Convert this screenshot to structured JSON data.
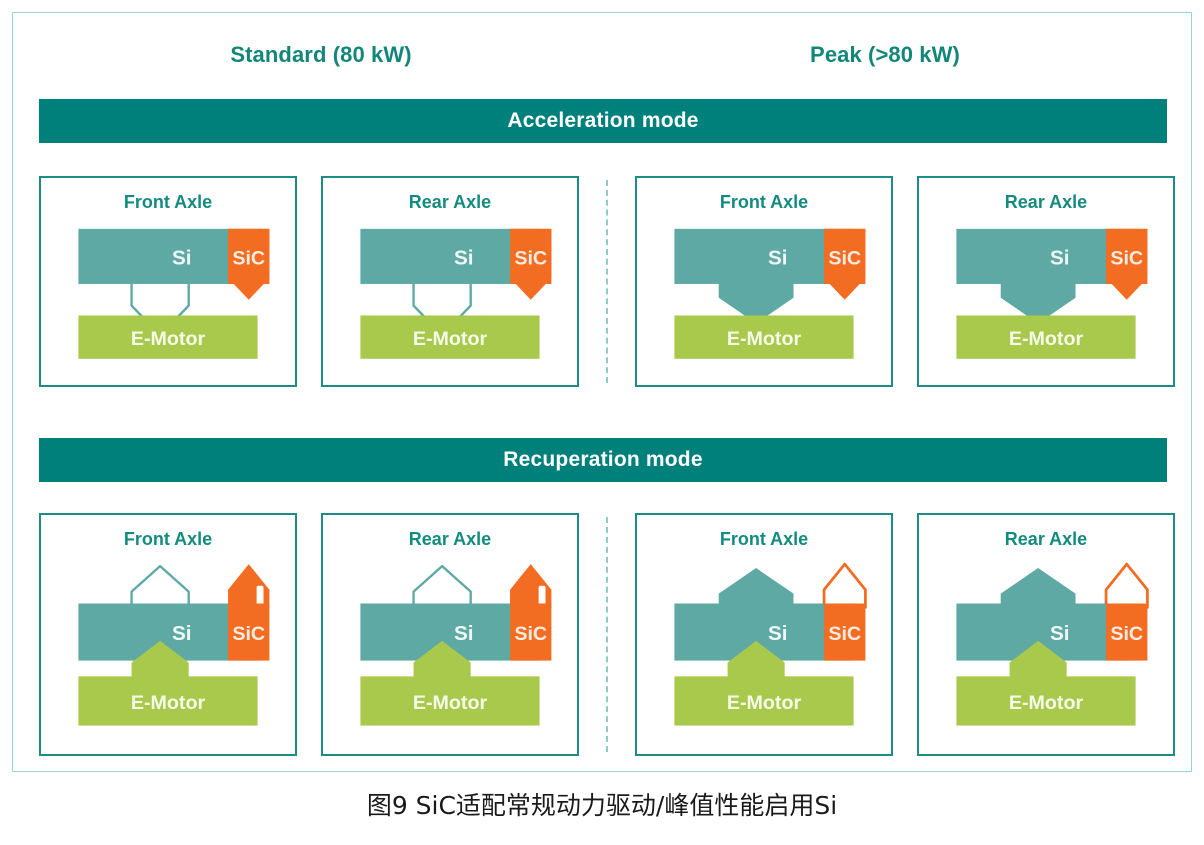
{
  "figure": {
    "caption": "图9  SiC适配常规动力驱动/峰值性能启用Si",
    "columns": [
      {
        "label": "Standard (80 kW)"
      },
      {
        "label": "Peak (>80 kW)"
      }
    ],
    "colors": {
      "band": "#00807a",
      "frame": "#9fd4cb",
      "cell_border": "#1c8c84",
      "heading_text": "#128678",
      "si": "#5ea9a3",
      "sic": "#f26c21",
      "emotor": "#a8c94c",
      "divider": "#8ccfc0"
    },
    "rows": [
      {
        "mode": "Acceleration mode",
        "cells": [
          {
            "axle": "Front Axle",
            "power": "Standard (80 kW)",
            "si_label": "Si",
            "sic_label": "SiC",
            "motor_label": "E-Motor",
            "si_arrow": {
              "direction": "down",
              "style": "outline"
            },
            "sic_arrow": {
              "direction": "down",
              "style": "filled"
            },
            "motor_arrow": {
              "direction": "none",
              "style": "none"
            }
          },
          {
            "axle": "Rear Axle",
            "power": "Standard (80 kW)",
            "si_label": "Si",
            "sic_label": "SiC",
            "motor_label": "E-Motor",
            "si_arrow": {
              "direction": "down",
              "style": "outline"
            },
            "sic_arrow": {
              "direction": "down",
              "style": "filled"
            },
            "motor_arrow": {
              "direction": "none",
              "style": "none"
            }
          },
          {
            "axle": "Front Axle",
            "power": "Peak (>80 kW)",
            "si_label": "Si",
            "sic_label": "SiC",
            "motor_label": "E-Motor",
            "si_arrow": {
              "direction": "down",
              "style": "filled"
            },
            "sic_arrow": {
              "direction": "down",
              "style": "filled"
            },
            "motor_arrow": {
              "direction": "none",
              "style": "none"
            }
          },
          {
            "axle": "Rear Axle",
            "power": "Peak (>80 kW)",
            "si_label": "Si",
            "sic_label": "SiC",
            "motor_label": "E-Motor",
            "si_arrow": {
              "direction": "down",
              "style": "filled"
            },
            "sic_arrow": {
              "direction": "down",
              "style": "filled"
            },
            "motor_arrow": {
              "direction": "none",
              "style": "none"
            }
          }
        ]
      },
      {
        "mode": "Recuperation mode",
        "cells": [
          {
            "axle": "Front Axle",
            "power": "Standard (80 kW)",
            "si_label": "Si",
            "sic_label": "SiC",
            "motor_label": "E-Motor",
            "si_arrow": {
              "direction": "up",
              "style": "outline"
            },
            "sic_arrow": {
              "direction": "up",
              "style": "filled-notch"
            },
            "motor_arrow": {
              "direction": "up",
              "style": "filled"
            }
          },
          {
            "axle": "Rear Axle",
            "power": "Standard (80 kW)",
            "si_label": "Si",
            "sic_label": "SiC",
            "motor_label": "E-Motor",
            "si_arrow": {
              "direction": "up",
              "style": "outline"
            },
            "sic_arrow": {
              "direction": "up",
              "style": "filled-notch"
            },
            "motor_arrow": {
              "direction": "up",
              "style": "filled"
            }
          },
          {
            "axle": "Front Axle",
            "power": "Peak (>80 kW)",
            "si_label": "Si",
            "sic_label": "SiC",
            "motor_label": "E-Motor",
            "si_arrow": {
              "direction": "up",
              "style": "filled"
            },
            "sic_arrow": {
              "direction": "up",
              "style": "outline"
            },
            "motor_arrow": {
              "direction": "up",
              "style": "filled"
            }
          },
          {
            "axle": "Rear Axle",
            "power": "Peak (>80 kW)",
            "si_label": "Si",
            "sic_label": "SiC",
            "motor_label": "E-Motor",
            "si_arrow": {
              "direction": "up",
              "style": "filled"
            },
            "sic_arrow": {
              "direction": "up",
              "style": "outline"
            },
            "motor_arrow": {
              "direction": "up",
              "style": "filled"
            }
          }
        ]
      }
    ]
  }
}
